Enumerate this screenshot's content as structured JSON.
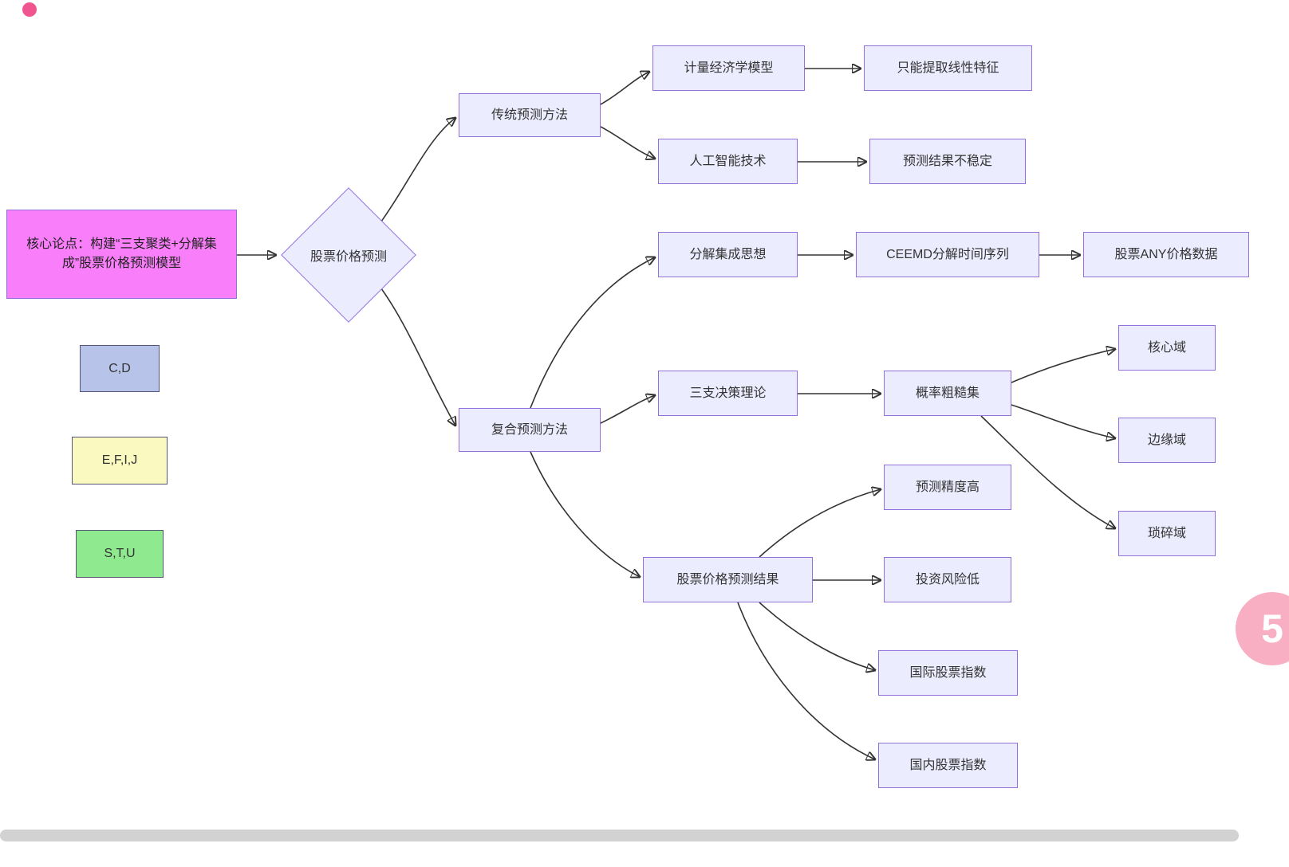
{
  "diagram": {
    "nodes": {
      "core_thesis": "核心论点：构建“三支聚类+分解集成”股票价格预测模型",
      "root": "股票价格预测",
      "legend_cd": "C,D",
      "legend_efij": "E,F,I,J",
      "legend_stu": "S,T,U",
      "traditional": "传统预测方法",
      "composite": "复合预测方法",
      "econometric": "计量经济学模型",
      "linear_only": "只能提取线性特征",
      "ai": "人工智能技术",
      "unstable": "预测结果不稳定",
      "decomposition": "分解集成思想",
      "ceemd": "CEEMD分解时间序列",
      "any_price": "股票ANY价格数据",
      "three_way": "三支决策理论",
      "prob_rough": "概率粗糙集",
      "core_domain": "核心域",
      "boundary_domain": "边缘域",
      "trivial_domain": "琐碎域",
      "result": "股票价格预测结果",
      "high_accuracy": "预测精度高",
      "low_risk": "投资风险低",
      "intl_index": "国际股票指数",
      "domestic_index": "国内股票指数"
    },
    "colors": {
      "node_fill": "#ECECFF",
      "node_border": "#9370DB",
      "thesis_fill": "#F97EF9",
      "legend_cd_fill": "#B7C3E8",
      "legend_efij_fill": "#FAFAC0",
      "legend_stu_fill": "#8FE98F",
      "edge": "#333333"
    },
    "badge": "5"
  }
}
